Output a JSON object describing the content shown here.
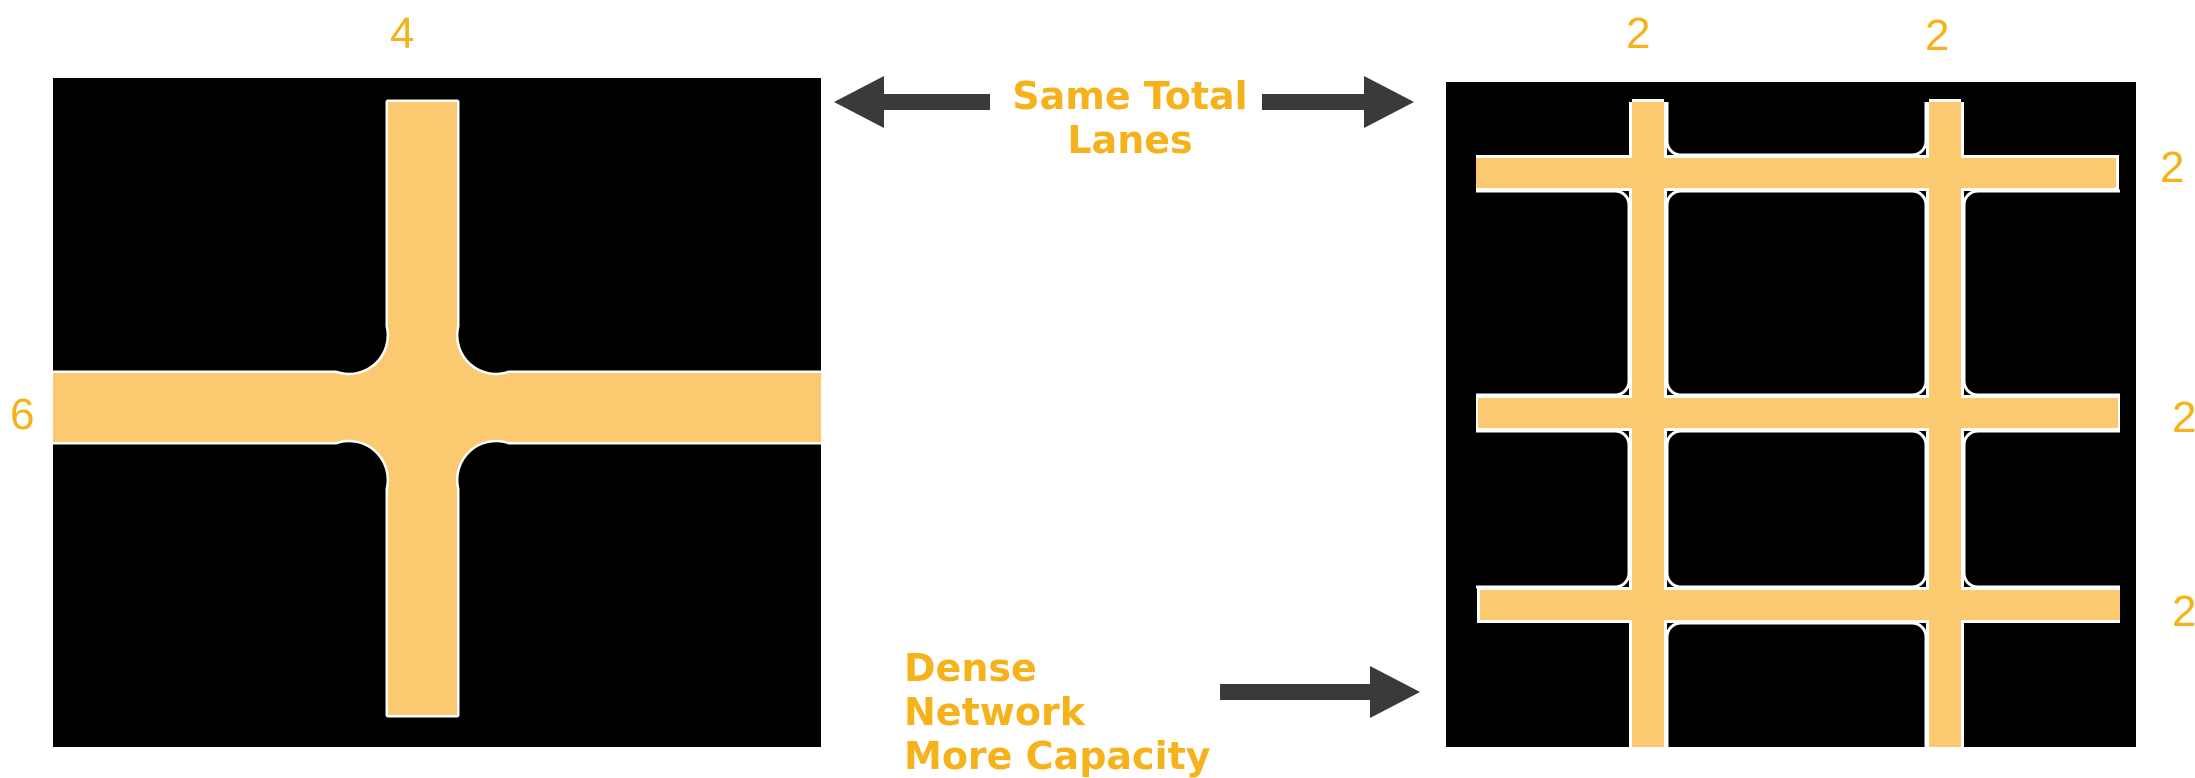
{
  "colors": {
    "road": "#fbc970",
    "road_edge": "#ffffff",
    "background": "#000000",
    "label": "#f6b21b",
    "arrow": "#3a3a3a"
  },
  "left_panel": {
    "vertical_lanes": "4",
    "horizontal_lanes": "6"
  },
  "right_panel": {
    "column_lanes": [
      "2",
      "2"
    ],
    "row_lanes": [
      "2",
      "2",
      "2"
    ]
  },
  "captions": {
    "same_total_line1": "Same Total",
    "same_total_line2": "Lanes",
    "dense_line1": "Dense Network",
    "dense_line2": "More Capacity"
  },
  "icons": {
    "arrow_left": "arrow-left-icon",
    "arrow_right": "arrow-right-icon"
  }
}
